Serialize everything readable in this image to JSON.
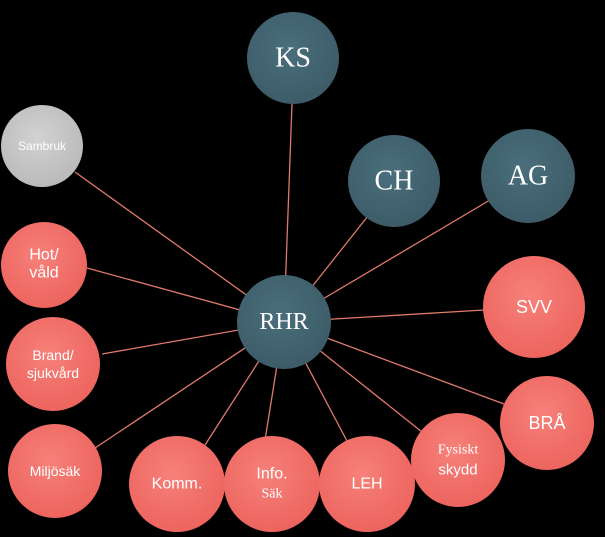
{
  "diagram": {
    "center": {
      "id": "rhr",
      "label": "RHR"
    },
    "nodes": [
      {
        "id": "ks",
        "label": "KS",
        "group": "primary"
      },
      {
        "id": "ch",
        "label": "CH",
        "group": "primary"
      },
      {
        "id": "ag",
        "label": "AG",
        "group": "primary"
      },
      {
        "id": "sambruk",
        "label": "Sambruk",
        "group": "inactive"
      },
      {
        "id": "hot-vald",
        "label_lines": [
          "Hot/",
          "våld"
        ],
        "group": "secondary"
      },
      {
        "id": "svv",
        "label": "SVV",
        "group": "secondary"
      },
      {
        "id": "brand-sjukvard",
        "label_lines": [
          "Brand/",
          "sjukvård"
        ],
        "group": "secondary"
      },
      {
        "id": "bra",
        "label": "BRÅ",
        "group": "secondary"
      },
      {
        "id": "miljosak",
        "label": "Miljösäk",
        "group": "secondary"
      },
      {
        "id": "komm",
        "label": "Komm.",
        "group": "secondary"
      },
      {
        "id": "info-sak",
        "label_lines": [
          "Info.",
          "Säk"
        ],
        "group": "secondary"
      },
      {
        "id": "leh",
        "label": "LEH",
        "group": "secondary"
      },
      {
        "id": "fysiskt-skydd",
        "label_lines": [
          "Fysiskt",
          "skydd"
        ],
        "group": "secondary"
      }
    ],
    "colors": {
      "background": "#000000",
      "primary": "#41636f",
      "secondary": "#f1706a",
      "inactive": "#c4c4c4",
      "edge": "#e07a6a",
      "label": "#ffffff"
    }
  }
}
